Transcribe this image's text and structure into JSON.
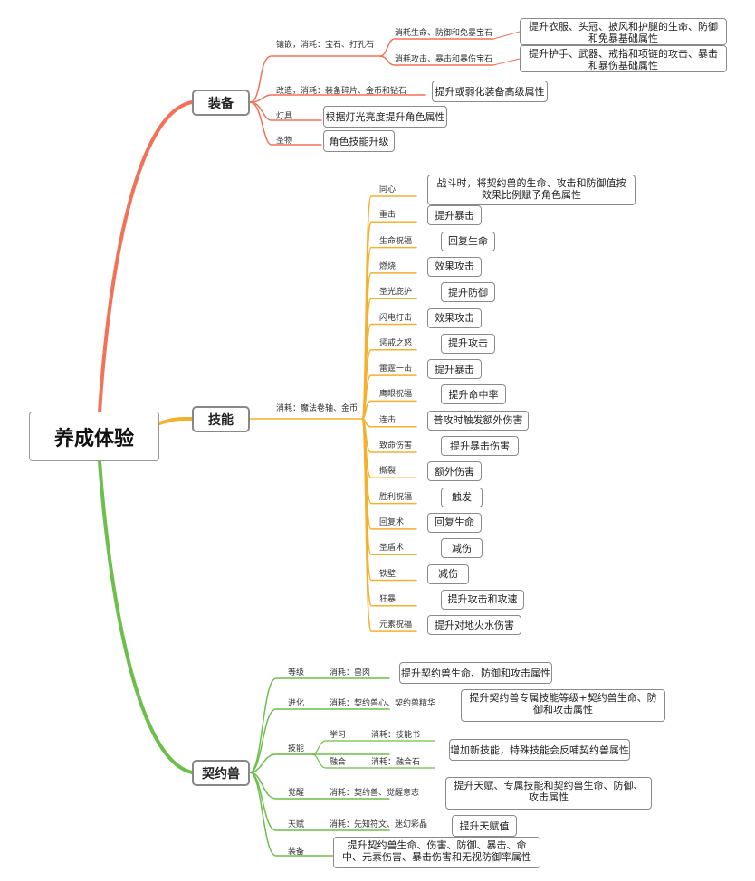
{
  "root": "养成体验",
  "colors": {
    "equip": "#f37157",
    "skill": "#f4b12e",
    "pet": "#6cbf4a",
    "box_border": "#8a8a8a"
  },
  "equip": {
    "title": "装备",
    "inlay": "镶嵌，消耗：宝石、打孔石",
    "inlay_a": "消耗生命、防御和免暴宝石",
    "inlay_a_desc": "提升衣服、头冠、披风和护腿的生命、防御和免暴基础属性",
    "inlay_b": "消耗攻击、暴击和暴伤宝石",
    "inlay_b_desc": "提升护手、武器、戒指和项链的攻击、暴击和暴伤基础属性",
    "reform": "改造，消耗：装备碎片、金币和钻石",
    "reform_desc": "提升或弱化装备高级属性",
    "lamp": "灯具",
    "lamp_desc": "根据灯光亮度提升角色属性",
    "holy": "圣物",
    "holy_desc": "角色技能升级"
  },
  "skill": {
    "title": "技能",
    "cost": "消耗：魔法卷轴、金币",
    "items": [
      {
        "name": "同心",
        "desc": "战斗时，将契约兽的生命、攻击和防御值按效果比例赋予角色属性"
      },
      {
        "name": "重击",
        "desc": "提升暴击"
      },
      {
        "name": "生命祝福",
        "desc": "回复生命"
      },
      {
        "name": "燃烧",
        "desc": "效果攻击"
      },
      {
        "name": "圣光庇护",
        "desc": "提升防御"
      },
      {
        "name": "闪电打击",
        "desc": "效果攻击"
      },
      {
        "name": "惩戒之怒",
        "desc": "提升攻击"
      },
      {
        "name": "雷霆一击",
        "desc": "提升暴击"
      },
      {
        "name": "鹰眼祝福",
        "desc": "提升命中率"
      },
      {
        "name": "连击",
        "desc": "普攻时触发额外伤害"
      },
      {
        "name": "致命伤害",
        "desc": "提升暴击伤害"
      },
      {
        "name": "撕裂",
        "desc": "额外伤害"
      },
      {
        "name": "胜利祝福",
        "desc": "触发"
      },
      {
        "name": "回复术",
        "desc": "回复生命"
      },
      {
        "name": "圣盾术",
        "desc": "减伤"
      },
      {
        "name": "铁壁",
        "desc": "减伤"
      },
      {
        "name": "狂暴",
        "desc": "提升攻击和攻速"
      },
      {
        "name": "元素祝福",
        "desc": "提升对地火水伤害"
      }
    ]
  },
  "pet": {
    "title": "契约兽",
    "level": "等级",
    "level_cost": "消耗：兽肉",
    "level_desc": "提升契约兽生命、防御和攻击属性",
    "evolve": "进化",
    "evolve_cost": "消耗：契约兽心、契约兽精华",
    "evolve_desc": "提升契约兽专属技能等级+契约兽生命、防御和攻击属性",
    "skill": "技能",
    "learn": "学习",
    "learn_cost": "消耗：技能书",
    "fuse": "融合",
    "fuse_cost": "消耗：融合石",
    "skill_desc": "增加新技能，特殊技能会反哺契约兽属性",
    "awaken": "觉醒",
    "awaken_cost": "消耗：契约兽、觉醒意志",
    "awaken_desc": "提升天赋、专属技能和契约兽生命、防御、攻击属性",
    "talent": "天赋",
    "talent_cost": "消耗：先知符文、迷幻彩晶",
    "talent_desc": "提升天赋值",
    "gear": "装备",
    "gear_desc": "提升契约兽生命、伤害、防御、暴击、命中、元素伤害、暴击伤害和无视防御率属性"
  }
}
